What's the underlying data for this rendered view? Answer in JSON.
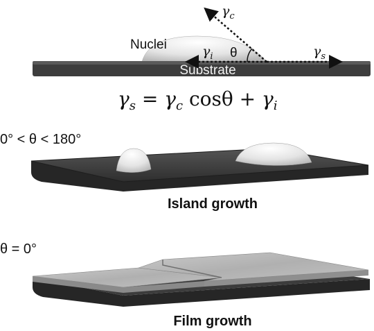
{
  "top_panel": {
    "nuclei_label": "Nuclei",
    "substrate_label": "Substrate",
    "theta_label": "θ",
    "gamma_symbol": "γ",
    "gamma_c_sub": "c",
    "gamma_i_sub": "i",
    "gamma_s_sub": "s",
    "equation": {
      "lhs_sub": "s",
      "equals": " = ",
      "term1_sub": "c",
      "cos_part": " cosθ + ",
      "term2_sub": "i"
    }
  },
  "island_panel": {
    "condition": "0° < θ < 180°",
    "caption": "Island growth"
  },
  "film_panel": {
    "condition": "θ = 0°",
    "caption": "Film growth"
  },
  "colors": {
    "substrate_dark": "#3a3a3a",
    "substrate_top": "#4a4a4a",
    "nucleus_light": "#e6e6e6",
    "film_gray": "#b4b4b4",
    "arrow": "#111111"
  }
}
